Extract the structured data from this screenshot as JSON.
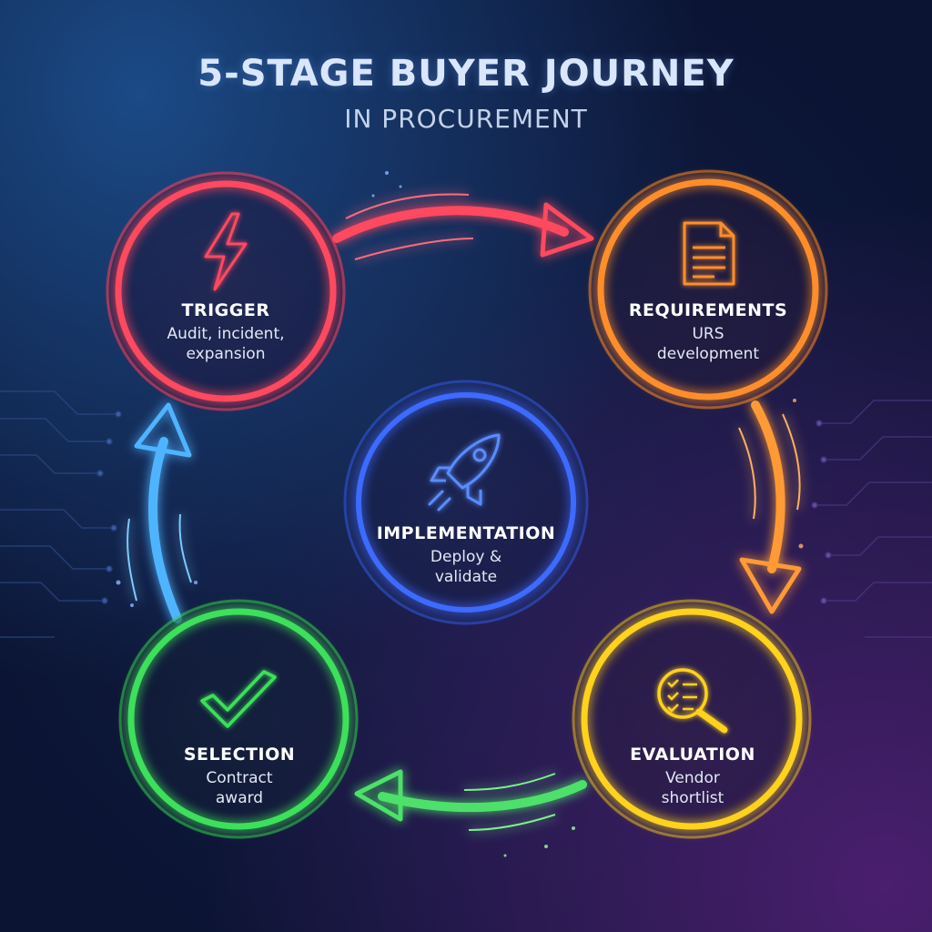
{
  "header": {
    "title": "5-STAGE BUYER JOURNEY",
    "subtitle": "IN PROCUREMENT"
  },
  "stages": {
    "trigger": {
      "title": "TRIGGER",
      "line1": "Audit, incident,",
      "line2": "expansion",
      "color": "#ff3d5a",
      "icon": "lightning-icon"
    },
    "requirements": {
      "title": "REQUIREMENTS",
      "line1": "URS",
      "line2": "development",
      "color": "#ff8a1f",
      "icon": "document-icon"
    },
    "implementation": {
      "title": "IMPLEMENTATION",
      "line1": "Deploy &",
      "line2": "validate",
      "color": "#3d6bff",
      "icon": "rocket-icon"
    },
    "selection": {
      "title": "SELECTION",
      "line1": "Contract",
      "line2": "award",
      "color": "#3ee05a",
      "icon": "checkmark-icon"
    },
    "evaluation": {
      "title": "EVALUATION",
      "line1": "Vendor",
      "line2": "shortlist",
      "color": "#ffd21f",
      "icon": "magnifier-checklist-icon"
    }
  }
}
